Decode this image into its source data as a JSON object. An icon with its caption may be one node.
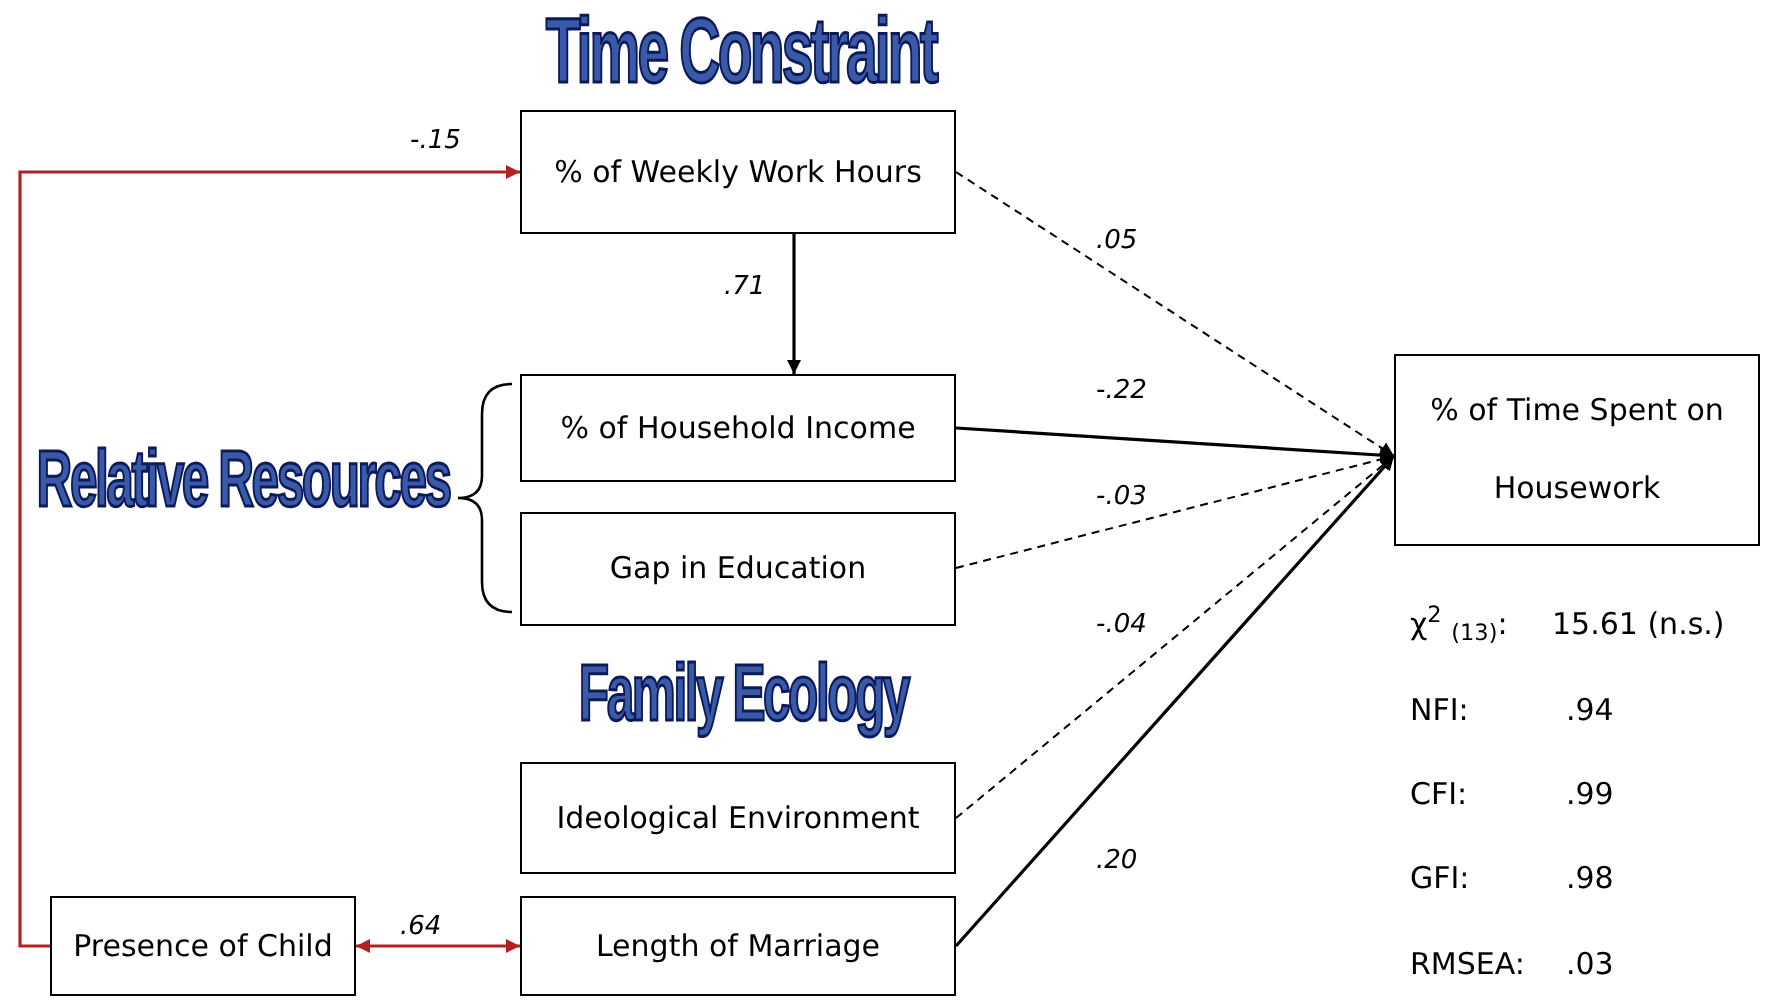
{
  "diagram": {
    "nodes": [
      {
        "text": [
          "% of Weekly Work Hours"
        ]
      },
      {
        "text": [
          "% of Household Income"
        ]
      },
      {
        "text": [
          "Gap in Education"
        ]
      },
      {
        "text": [
          "Ideological Environment"
        ]
      },
      {
        "text": [
          "Length of Marriage"
        ]
      },
      {
        "text": [
          "Presence of Child"
        ]
      },
      {
        "text": [
          "% of Time Spent on Housework"
        ]
      }
    ],
    "edges": [
      {
        "from": 5,
        "to": 0,
        "arrow": "to",
        "label": "-.15",
        "color": "#b22222"
      },
      {
        "from": 0,
        "to": 1,
        "arrow": "to",
        "label": ".71"
      },
      {
        "from": 0,
        "to": 6,
        "arrow": "to",
        "label": ".05",
        "style": "dashed"
      },
      {
        "from": 1,
        "to": 6,
        "arrow": "to",
        "label": "-.22"
      },
      {
        "from": 2,
        "to": 6,
        "arrow": "to",
        "label": "-.03",
        "style": "dashed"
      },
      {
        "from": 3,
        "to": 6,
        "arrow": "to",
        "label": "-.04",
        "style": "dashed"
      },
      {
        "from": 4,
        "to": 6,
        "arrow": "to",
        "label": ".20"
      },
      {
        "from": 5,
        "to": 4,
        "arrow": "both",
        "label": ".64",
        "color": "#b22222"
      }
    ],
    "labels": [
      "Time Constraint",
      "Relative Resources",
      "Family Ecology",
      "χ$^{2}$ $_{(13)}$:",
      "15.61 (n.s.)",
      "NFI:",
      ".94",
      "CFI:",
      ".99",
      "GFI:",
      ".98",
      "RMSEA:",
      ".03"
    ]
  }
}
